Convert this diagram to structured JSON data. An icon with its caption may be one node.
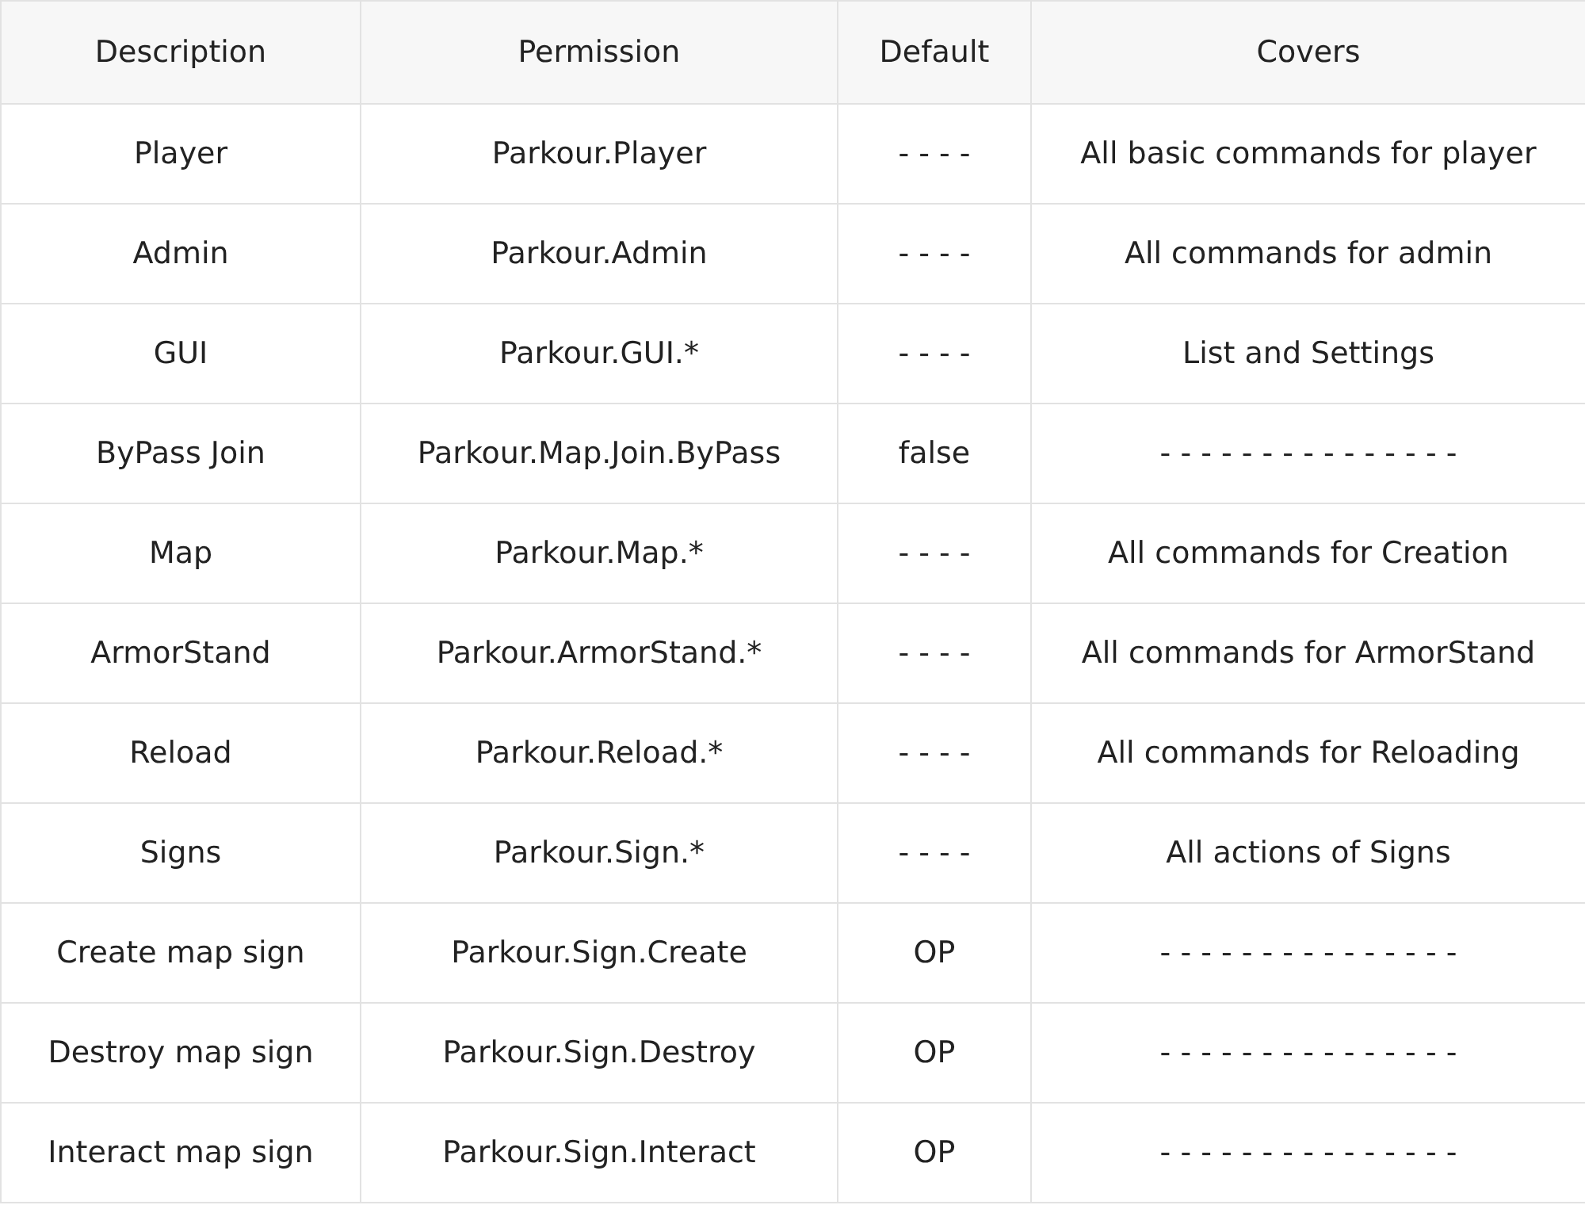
{
  "diagram": {
    "labels": [
      "Description",
      "Permission",
      "Default",
      "Covers",
      "Player",
      "Parkour.Player",
      "- - - -",
      "All basic commands for player",
      "Admin",
      "Parkour.Admin",
      "- - - -",
      "All commands for admin",
      "GUI",
      "Parkour.GUI.*",
      "- - - -",
      "List and Settings",
      "ByPass Join",
      "Parkour.Map.Join.ByPass",
      "false",
      "- - - - - - - - - - - - - - -",
      "Map",
      "Parkour.Map.*",
      "- - - -",
      "All commands for Creation",
      "ArmorStand",
      "Parkour.ArmorStand.*",
      "- - - -",
      "All commands for ArmorStand",
      "Reload",
      "Parkour.Reload.*",
      "- - - -",
      "All commands for Reloading",
      "Signs",
      "Parkour.Sign.*",
      "- - - -",
      "All actions of Signs",
      "Create map sign",
      "Parkour.Sign.Create",
      "OP",
      "- - - - - - - - - - - - - - -",
      "Destroy map sign",
      "Parkour.Sign.Destroy",
      "OP",
      "- - - - - - - - - - - - - - -",
      "Interact map sign",
      "Parkour.Sign.Interact",
      "OP",
      "- - - - - - - - - - - - - - -"
    ]
  }
}
